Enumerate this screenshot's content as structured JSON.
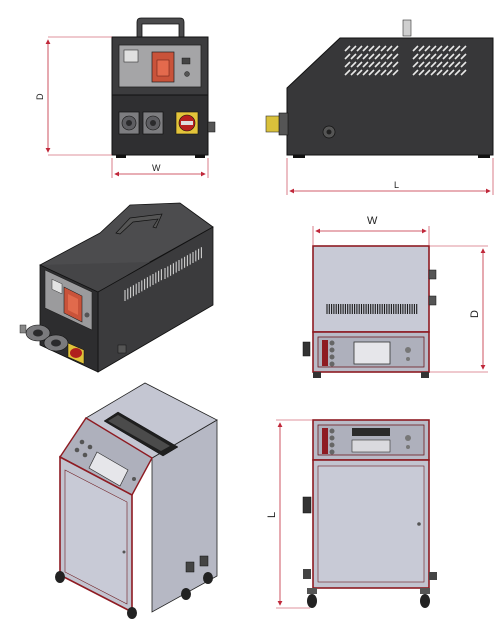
{
  "dimensions": {
    "top_left_depth": "D",
    "top_left_width": "W",
    "top_right_length": "L",
    "mid_right_width": "W",
    "mid_right_depth": "D",
    "bottom_right_length": "L"
  },
  "colors": {
    "dark_body": "#3a3a3c",
    "dark_body_side": "#2c2c2e",
    "grey_body": "#c9cbd6",
    "grey_body_side": "#b4b6c2",
    "frame_red": "#8e1b22",
    "dim_line": "#c0283a",
    "panel_grey": "#9a9a9c"
  },
  "icons": [
    "carry-handle-icon",
    "vent-grille-icon",
    "connector-socket-icon",
    "main-switch-icon",
    "caster-wheel-icon"
  ]
}
